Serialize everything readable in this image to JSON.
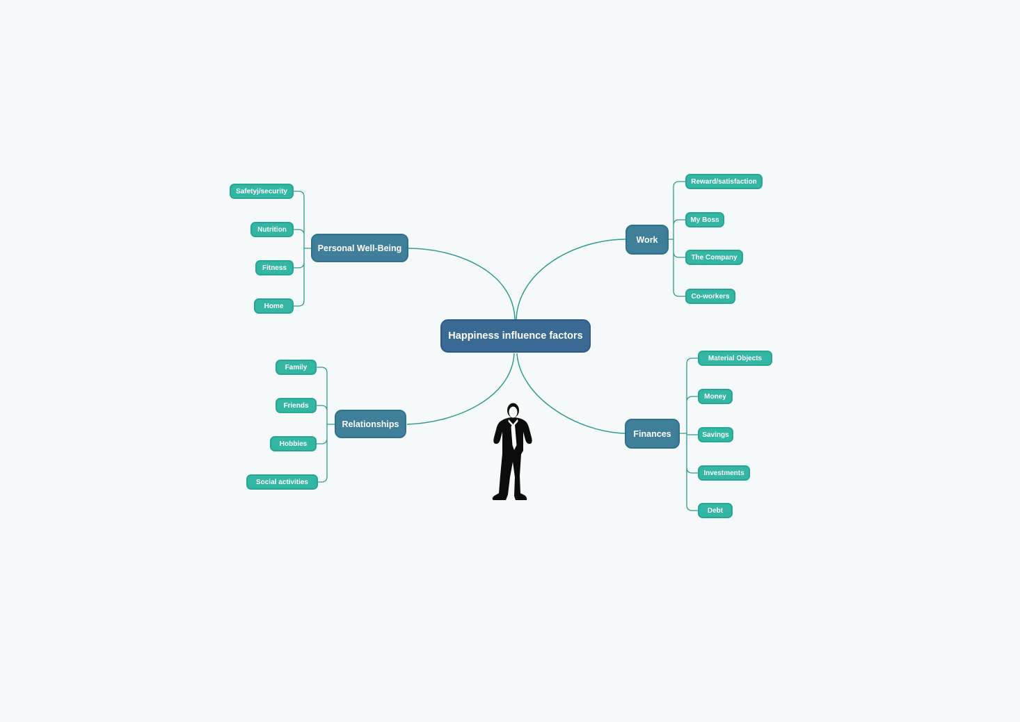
{
  "diagram": {
    "central": {
      "label": "Happiness influence factors"
    },
    "branches": [
      {
        "label": "Personal Well-Being",
        "children": [
          "Safetyj/security",
          "Nutrition",
          "Fitness",
          "Home"
        ]
      },
      {
        "label": "Work",
        "children": [
          "Reward/satisfaction",
          "My Boss",
          "The Company",
          "Co-workers"
        ]
      },
      {
        "label": "Relationships",
        "children": [
          "Family",
          "Friends",
          "Hobbies",
          "Social activities"
        ]
      },
      {
        "label": "Finances",
        "children": [
          "Material Objects",
          "Money",
          "Savings",
          "Investments",
          "Debt"
        ]
      }
    ],
    "figure": {
      "name": "businessman-silhouette"
    },
    "colors": {
      "background": "#f5f9fa",
      "central_fill": "#3a6a94",
      "branch_fill": "#3f7f9a",
      "leaf_fill": "#34b6a4",
      "connector": "#2f9c8d",
      "text": "#ffffff",
      "silhouette": "#0c0c0c"
    }
  }
}
